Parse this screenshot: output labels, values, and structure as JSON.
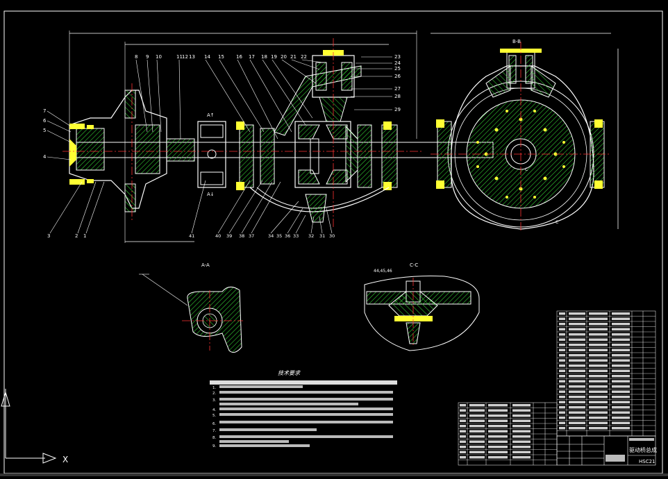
{
  "drawing": {
    "section_a_label": "A-A",
    "section_c_label": "C-C",
    "section_b_label": "B-B",
    "tech_title": "技术要求",
    "title_name": "驱动桥总成",
    "drawing_number": "HSC21",
    "axis_x_label": "X",
    "callouts_left_top": [
      "8",
      "9",
      "10",
      "11",
      "12",
      "13",
      "14",
      "15",
      "16",
      "17",
      "18",
      "19",
      "20",
      "21",
      "22"
    ],
    "callouts_right": [
      "23",
      "24",
      "25",
      "26",
      "27",
      "28",
      "29"
    ],
    "callouts_left_side": [
      "7",
      "6",
      "5",
      "4"
    ],
    "callouts_bottom_left": [
      "3",
      "2",
      "1"
    ],
    "callouts_bottom_mid": [
      "41",
      "40",
      "39",
      "38",
      "37",
      "34",
      "35",
      "36",
      "33",
      "32",
      "31",
      "30"
    ],
    "callouts_cc": "44,45,46",
    "tech_notes": [
      "1.",
      "2.",
      "3.",
      "4.",
      "5.",
      "6.",
      "7.",
      "8.",
      "9."
    ]
  },
  "colors": {
    "background": "#000000",
    "outline": "#ffffff",
    "hatch": "#33cc33",
    "part": "#ffff33",
    "centerline": "#ff3333",
    "dimension": "#ffffff"
  }
}
